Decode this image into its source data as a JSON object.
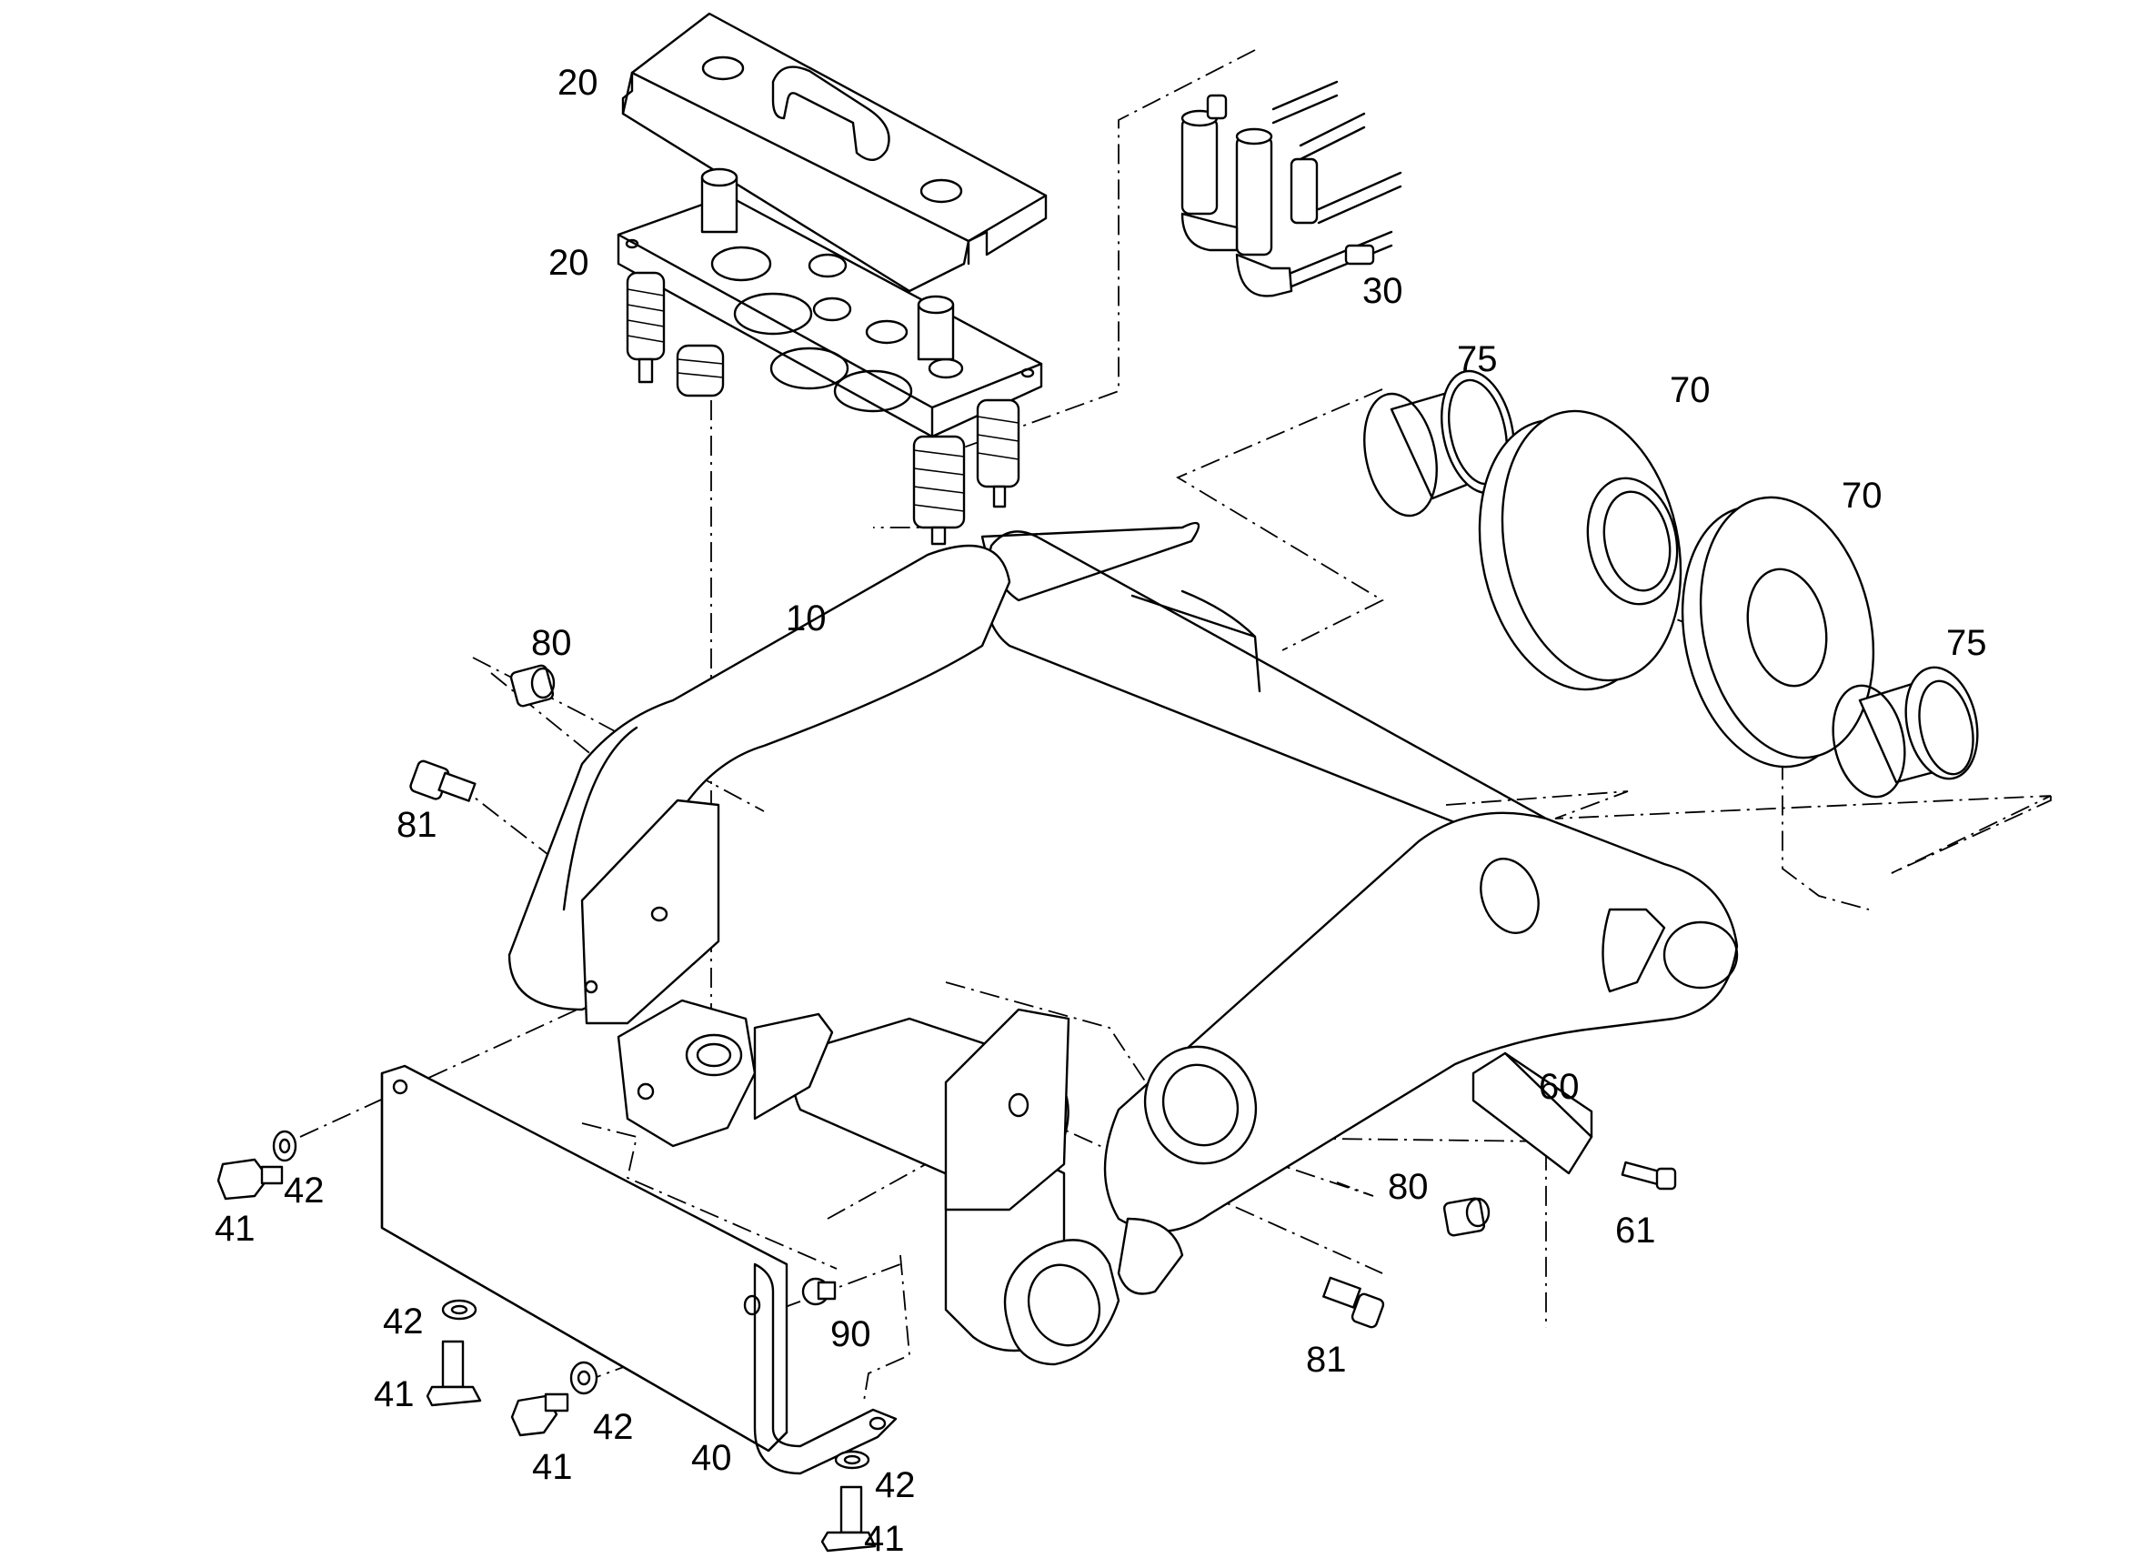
{
  "labels": [
    {
      "text": "20"
    },
    {
      "text": "20"
    },
    {
      "text": "30"
    },
    {
      "text": "75"
    },
    {
      "text": "70"
    },
    {
      "text": "70"
    },
    {
      "text": "75"
    },
    {
      "text": "10"
    },
    {
      "text": "80"
    },
    {
      "text": "81"
    },
    {
      "text": "60"
    },
    {
      "text": "80"
    },
    {
      "text": "61"
    },
    {
      "text": "81"
    },
    {
      "text": "41"
    },
    {
      "text": "42"
    },
    {
      "text": "42"
    },
    {
      "text": "41"
    },
    {
      "text": "41"
    },
    {
      "text": "42"
    },
    {
      "text": "40"
    },
    {
      "text": "90"
    },
    {
      "text": "42"
    },
    {
      "text": ""
    },
    {
      "text": "41"
    }
  ]
}
